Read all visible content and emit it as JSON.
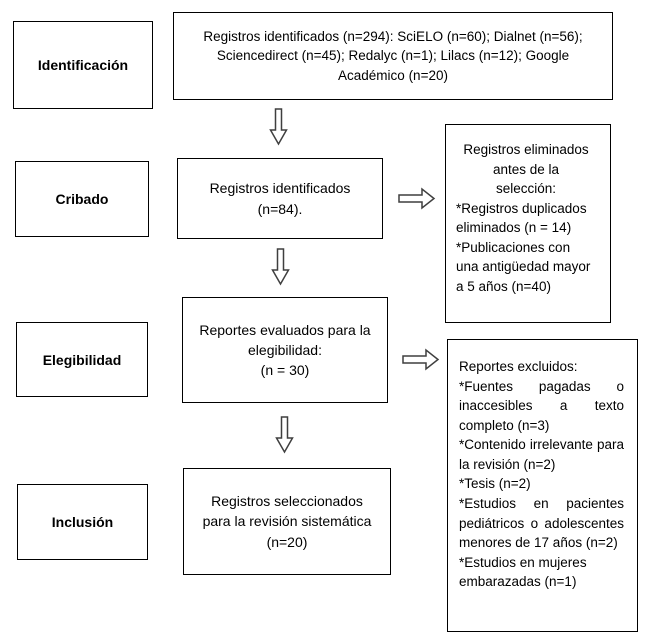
{
  "colors": {
    "box_border": "#000000",
    "arrow_outline": "#3f3f3f",
    "background": "#ffffff",
    "text": "#000000"
  },
  "stages": {
    "identification": "Identificación",
    "screening": "Cribado",
    "eligibility": "Elegibilidad",
    "inclusion": "Inclusión"
  },
  "boxes": {
    "identified_sources": {
      "lines": [
        "Registros identificados (n=294): SciELO (n=60); Dialnet (n=56);",
        "Sciencedirect (n=45); Redalyc (n=1); Lilacs (n=12); Google",
        "Académico (n=20)"
      ]
    },
    "records_identified": {
      "lines": [
        "Registros identificados",
        "(n=84)."
      ]
    },
    "reports_assessed": {
      "lines": [
        "Reportes evaluados para la",
        "elegibilidad:",
        "(n = 30)"
      ]
    },
    "records_selected": {
      "lines": [
        "Registros seleccionados",
        "para la revisión sistemática",
        "(n=20)"
      ]
    },
    "records_removed": {
      "heading_lines": [
        "Registros eliminados",
        "antes de la",
        "selección:"
      ],
      "bullets": [
        "*Registros duplicados eliminados (n = 14)",
        "*Publicaciones con una antigüedad mayor a 5 años (n=40)"
      ]
    },
    "reports_excluded": {
      "heading": "Reportes excluidos:",
      "bullets": [
        "*Fuentes pagadas o inaccesibles a texto completo (n=3)",
        "*Contenido irrelevante para la revisión (n=2)",
        "*Tesis (n=2)",
        "*Estudios en pacientes pediátricos o adolescentes menores de 17 años (n=2)",
        "*Estudios en mujeres embarazadas (n=1)"
      ]
    }
  }
}
